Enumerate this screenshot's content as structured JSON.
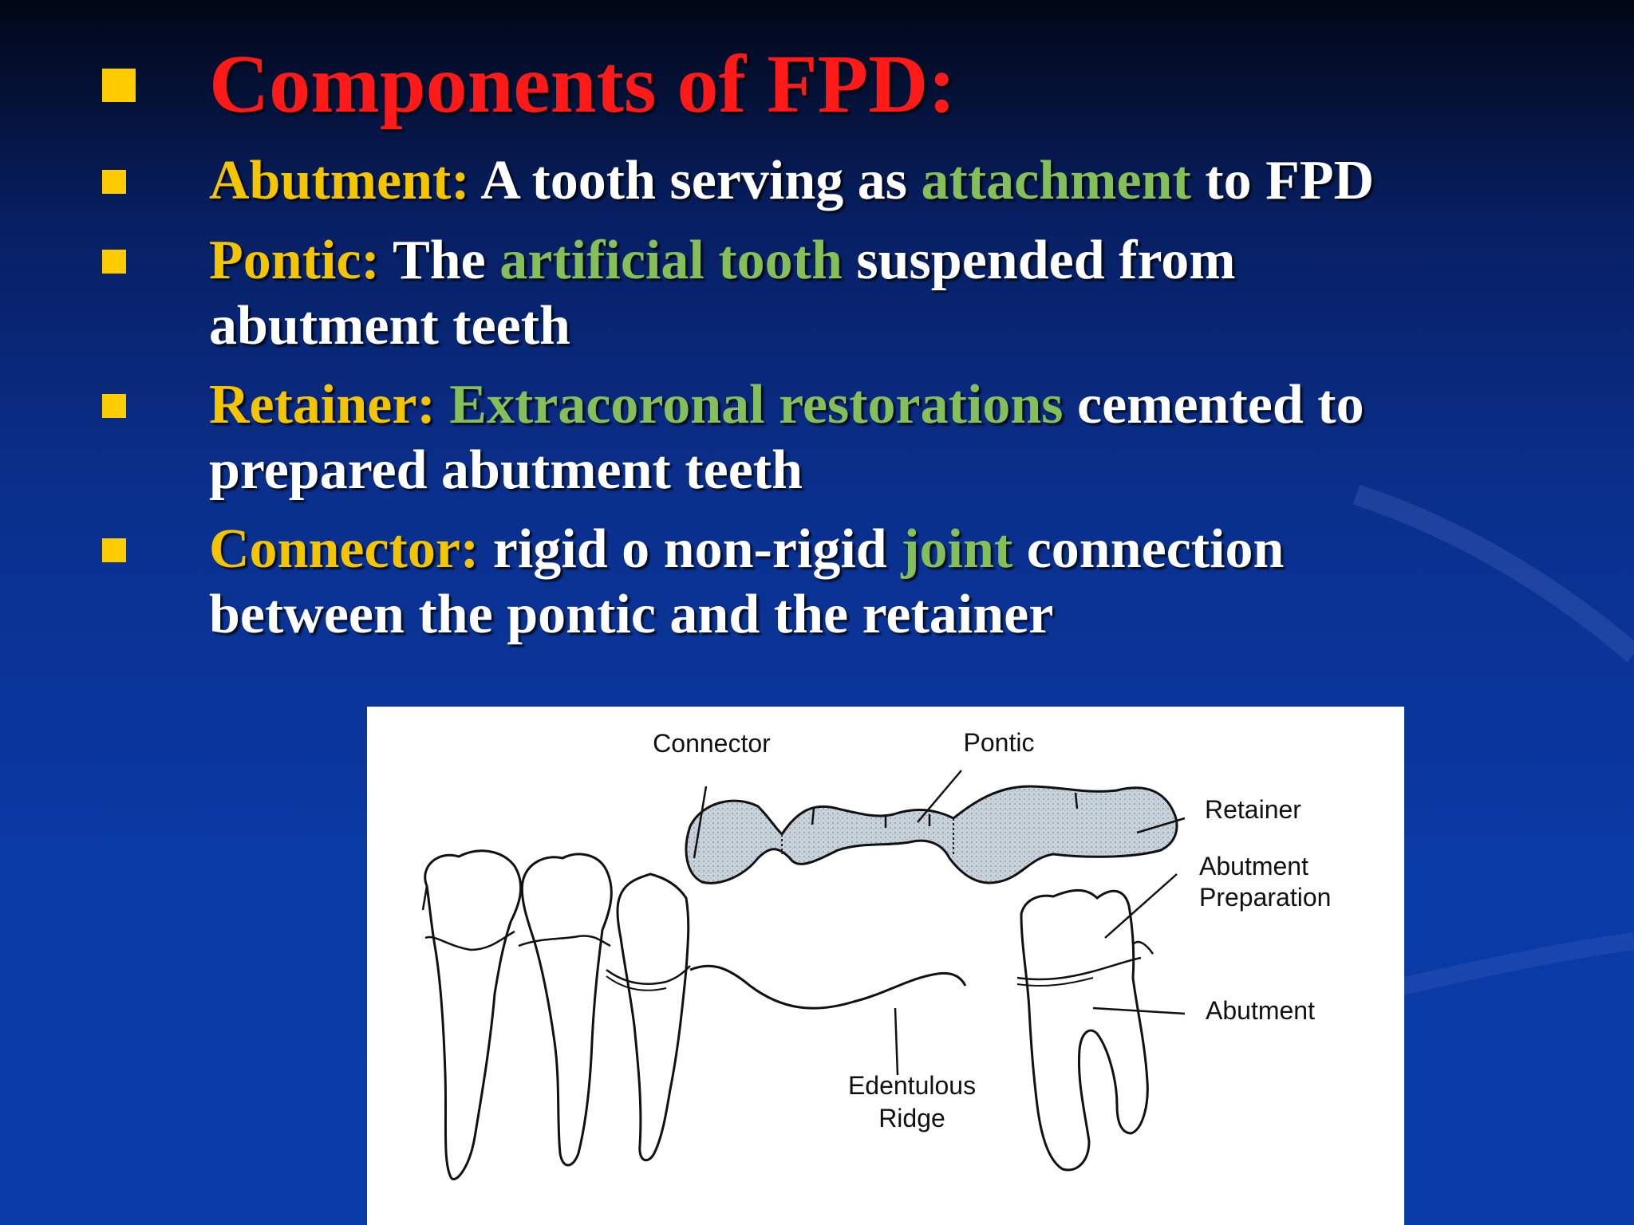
{
  "slide": {
    "title": "Components of FPD:",
    "items": [
      {
        "term": "Abutment:",
        "pre": " A tooth serving as ",
        "highlight": "attachment",
        "post": " to FPD",
        "cont": ""
      },
      {
        "term": "Pontic:",
        "pre": " The ",
        "highlight": "artificial tooth",
        "post": " suspended from",
        "cont": "abutment teeth"
      },
      {
        "term": "Retainer:",
        "pre": " ",
        "highlight": "Extracoronal restorations",
        "post": " cemented to",
        "cont": "prepared abutment teeth"
      },
      {
        "term": "Connector:",
        "pre": " rigid o non-rigid ",
        "highlight": "joint",
        "post": " connection",
        "cont": "between the pontic and the retainer"
      }
    ]
  },
  "figure": {
    "labels": {
      "connector": "Connector",
      "pontic": "Pontic",
      "retainer": "Retainer",
      "abutment_prep_1": "Abutment",
      "abutment_prep_2": "Preparation",
      "abutment": "Abutment",
      "edentulous_1": "Edentulous",
      "edentulous_2": "Ridge"
    }
  },
  "colors": {
    "title": "#ff1a1a",
    "term": "#f2c500",
    "highlight": "#85bf5a",
    "text": "#ffffff",
    "bullet": "#ffcc00"
  }
}
